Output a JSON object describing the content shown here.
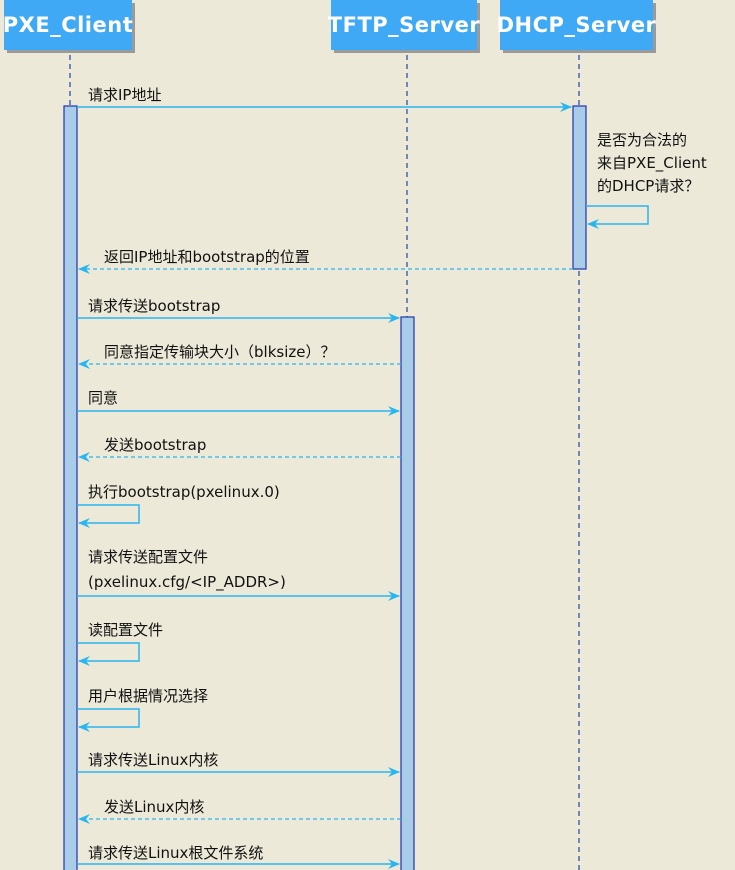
{
  "participants": {
    "pxe_client": "PXE_Client",
    "tftp_server": "TFTP_Server",
    "dhcp_server": "DHCP_Server"
  },
  "messages": {
    "m1": "请求IP地址",
    "m2_l1": "是否为合法的",
    "m2_l2": "来自PXE_Client",
    "m2_l3": "的DHCP请求？",
    "m3": "返回IP地址和bootstrap的位置",
    "m4": "请求传送bootstrap",
    "m5": "同意指定传输块大小（blksize）？",
    "m6": "同意",
    "m7": "发送bootstrap",
    "m8": "执行bootstrap(pxelinux.0)",
    "m9_l1": "请求传送配置文件",
    "m9_l2": "(pxelinux.cfg/<IP_ADDR>)",
    "m10": "读配置文件",
    "m11": "用户根据情况选择",
    "m12": "请求传送Linux内核",
    "m13": "发送Linux内核",
    "m14": "请求传送Linux根文件系统"
  },
  "colors": {
    "background": "#ece9d8",
    "participant_fill": "#3fa9f5",
    "arrow": "#29b6f0",
    "activation_fill": "#a9cde8",
    "activation_stroke": "#2233aa",
    "lifeline": "#2244aa"
  }
}
